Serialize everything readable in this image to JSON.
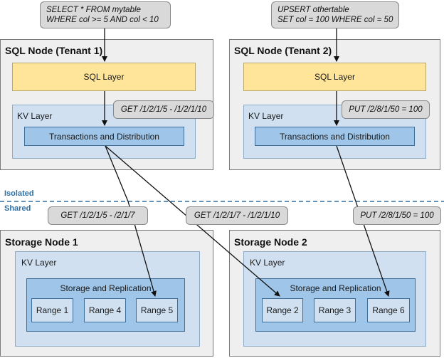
{
  "query_callouts": {
    "left": {
      "line1": "SELECT * FROM mytable",
      "line2": "WHERE col >= 5 AND col < 10"
    },
    "right": {
      "line1": "UPSERT othertable",
      "line2": "SET col = 100 WHERE col = 50"
    }
  },
  "sql_nodes": [
    {
      "title": "SQL Node (Tenant 1)",
      "sql_layer": "SQL Layer",
      "kv_layer": "KV Layer",
      "txn": "Transactions and Distribution"
    },
    {
      "title": "SQL Node (Tenant 2)",
      "sql_layer": "SQL Layer",
      "kv_layer": "KV Layer",
      "txn": "Transactions and Distribution"
    }
  ],
  "request_callouts": {
    "t1_get": "GET /1/2/1/5 - /1/2/1/10",
    "t2_put": "PUT /2/8/1/50 = 100",
    "get_a": "GET /1/2/1/5 - /2/1/7",
    "get_b": "GET /1/2/1/7 - /1/2/1/10",
    "put_b": "PUT /2/8/1/50 = 100"
  },
  "zones": {
    "isolated": "Isolated",
    "shared": "Shared"
  },
  "storage_nodes": [
    {
      "title": "Storage Node 1",
      "kv_layer": "KV Layer",
      "storage": "Storage and Replication",
      "ranges": [
        "Range 1",
        "Range 4",
        "Range 5"
      ]
    },
    {
      "title": "Storage Node 2",
      "kv_layer": "KV Layer",
      "storage": "Storage and Replication",
      "ranges": [
        "Range 2",
        "Range 3",
        "Range 6"
      ]
    }
  ],
  "colors": {
    "sql_layer": "#ffe599",
    "kv_layer": "#d0e0f0",
    "inner_blue": "#9fc5e8",
    "node_bg": "#efefef",
    "callout_bg": "#d9d9d9",
    "zone_divider": "#2e6ea3"
  }
}
